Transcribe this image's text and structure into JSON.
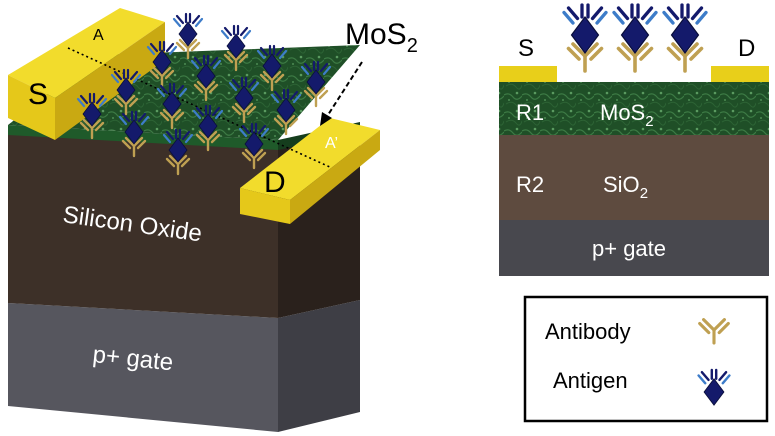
{
  "device_3d": {
    "source_label": "S",
    "drain_label": "D",
    "channel_label_main": "MoS",
    "channel_label_sub": "2",
    "section_start_label": "A",
    "section_end_label": "A’",
    "oxide_label": "Silicon Oxide",
    "gate_label": "p+ gate"
  },
  "cross_section": {
    "source_label": "S",
    "drain_label": "D",
    "region1_label": "R1",
    "region1_material_main": "MoS",
    "region1_material_sub": "2",
    "region2_label": "R2",
    "region2_material_main": "SiO",
    "region2_material_sub": "2",
    "gate_label": "p+ gate"
  },
  "legend": {
    "antibody_label": "Antibody",
    "antigen_label": "Antigen"
  },
  "colors": {
    "electrode_gold": "#e8cf1a",
    "mos2_green": "#1c4a22",
    "oxide_brown": "#3d3028",
    "gate_gray": "#55555c",
    "antibody_tan": "#bfa052",
    "antigen_navy": "#141a6b",
    "antigen_blue": "#3d7cc9"
  }
}
